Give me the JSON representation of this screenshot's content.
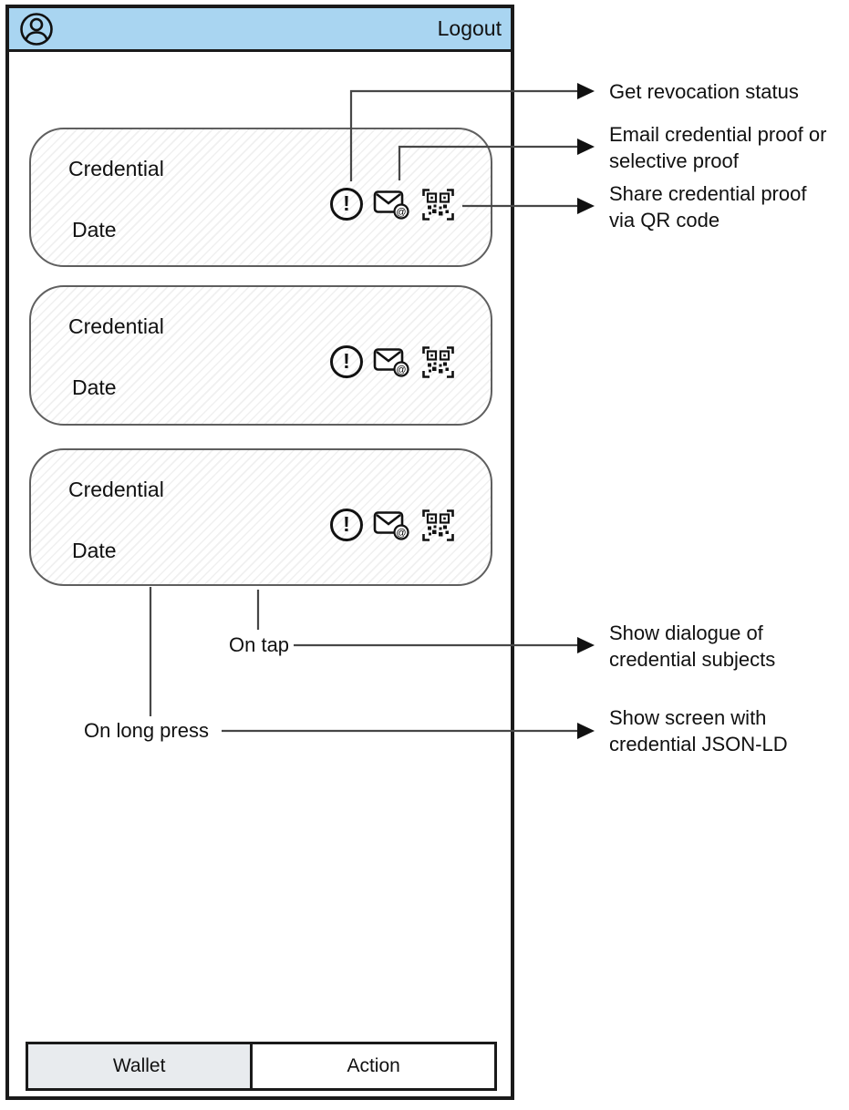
{
  "phone": {
    "header": {
      "logout_label": "Logout",
      "avatar_icon": "user-profile-icon"
    },
    "cards": [
      {
        "title": "Credential",
        "date_label": "Date",
        "icons": [
          "revocation-status-icon",
          "email-proof-icon",
          "qr-share-icon"
        ]
      },
      {
        "title": "Credential",
        "date_label": "Date",
        "icons": [
          "revocation-status-icon",
          "email-proof-icon",
          "qr-share-icon"
        ]
      },
      {
        "title": "Credential",
        "date_label": "Date",
        "icons": [
          "revocation-status-icon",
          "email-proof-icon",
          "qr-share-icon"
        ]
      }
    ],
    "tabs": [
      {
        "label": "Wallet",
        "active": true
      },
      {
        "label": "Action",
        "active": false
      }
    ]
  },
  "icons": {
    "alert_glyph": "!",
    "at_glyph": "@"
  },
  "gestures": [
    {
      "label": "On tap",
      "target": "credential-card"
    },
    {
      "label": "On long press",
      "target": "credential-card"
    }
  ],
  "callouts": [
    {
      "line1": "Get revocation status",
      "line2": ""
    },
    {
      "line1": "Email credential proof or",
      "line2": "selective proof"
    },
    {
      "line1": "Share credential proof",
      "line2": "via QR code"
    },
    {
      "line1": "Show dialogue of",
      "line2": "credential subjects"
    },
    {
      "line1": "Show screen with",
      "line2": "credential JSON-LD"
    }
  ],
  "colors": {
    "header_blue": "#A9D5F1",
    "frame_black": "#1A1A1A",
    "card_border": "#5F5F5F",
    "line_gray": "#474747",
    "arrow_black": "#111111",
    "wallet_tab_bg": "#E8EBEE",
    "text_black": "#111111"
  }
}
